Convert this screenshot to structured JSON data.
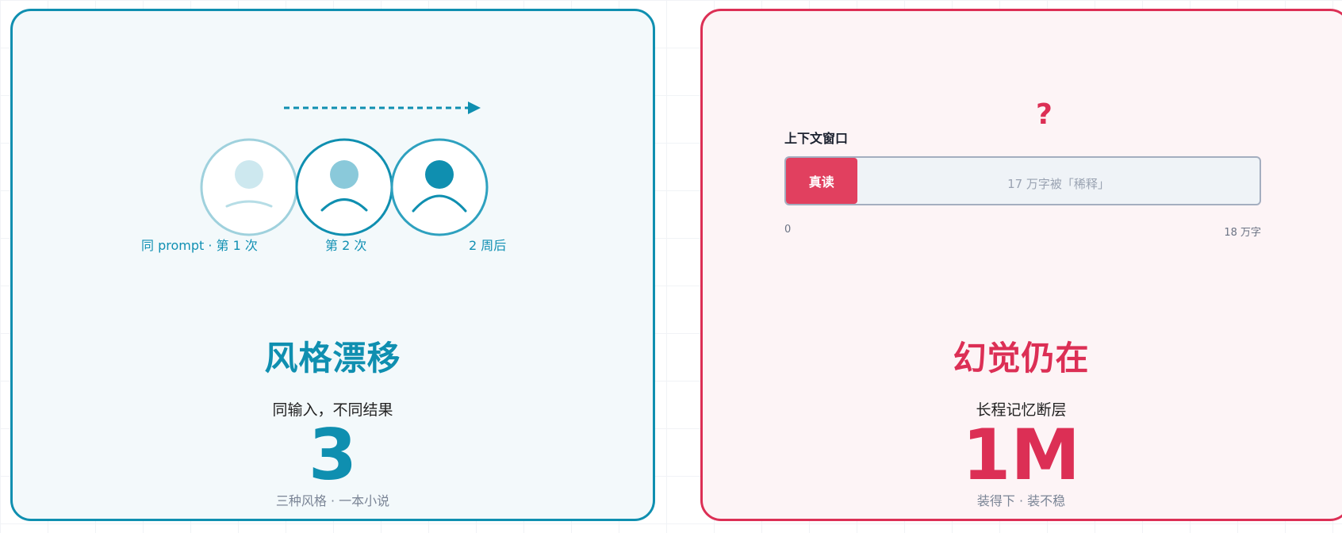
{
  "left_card": {
    "faces": [
      {
        "label": "同 prompt · 第 1 次",
        "mood": "sad-faint"
      },
      {
        "label": "第 2 次",
        "mood": "sad"
      },
      {
        "label": "2 周后",
        "mood": "sad-strong"
      }
    ],
    "title": "风格漂移",
    "subtitle": "同输入，不同结果",
    "big_number": "3",
    "caption": "三种风格 · 一本小说",
    "accent_color": "#0f8fb0",
    "icons": [
      "arrow-right-icon",
      "sad-face-icon"
    ]
  },
  "right_card": {
    "question_mark": "?",
    "context_label": "上下文窗口",
    "bar": {
      "fill_label": "真读",
      "fill_fraction": 0.15,
      "note": "17 万字被「稀释」",
      "min_label": "0",
      "max_label": "18 万字"
    },
    "title": "幻觉仍在",
    "subtitle": "长程记忆断层",
    "big_number": "1M",
    "caption": "装得下 · 装不稳",
    "accent_color": "#dc2f55"
  }
}
